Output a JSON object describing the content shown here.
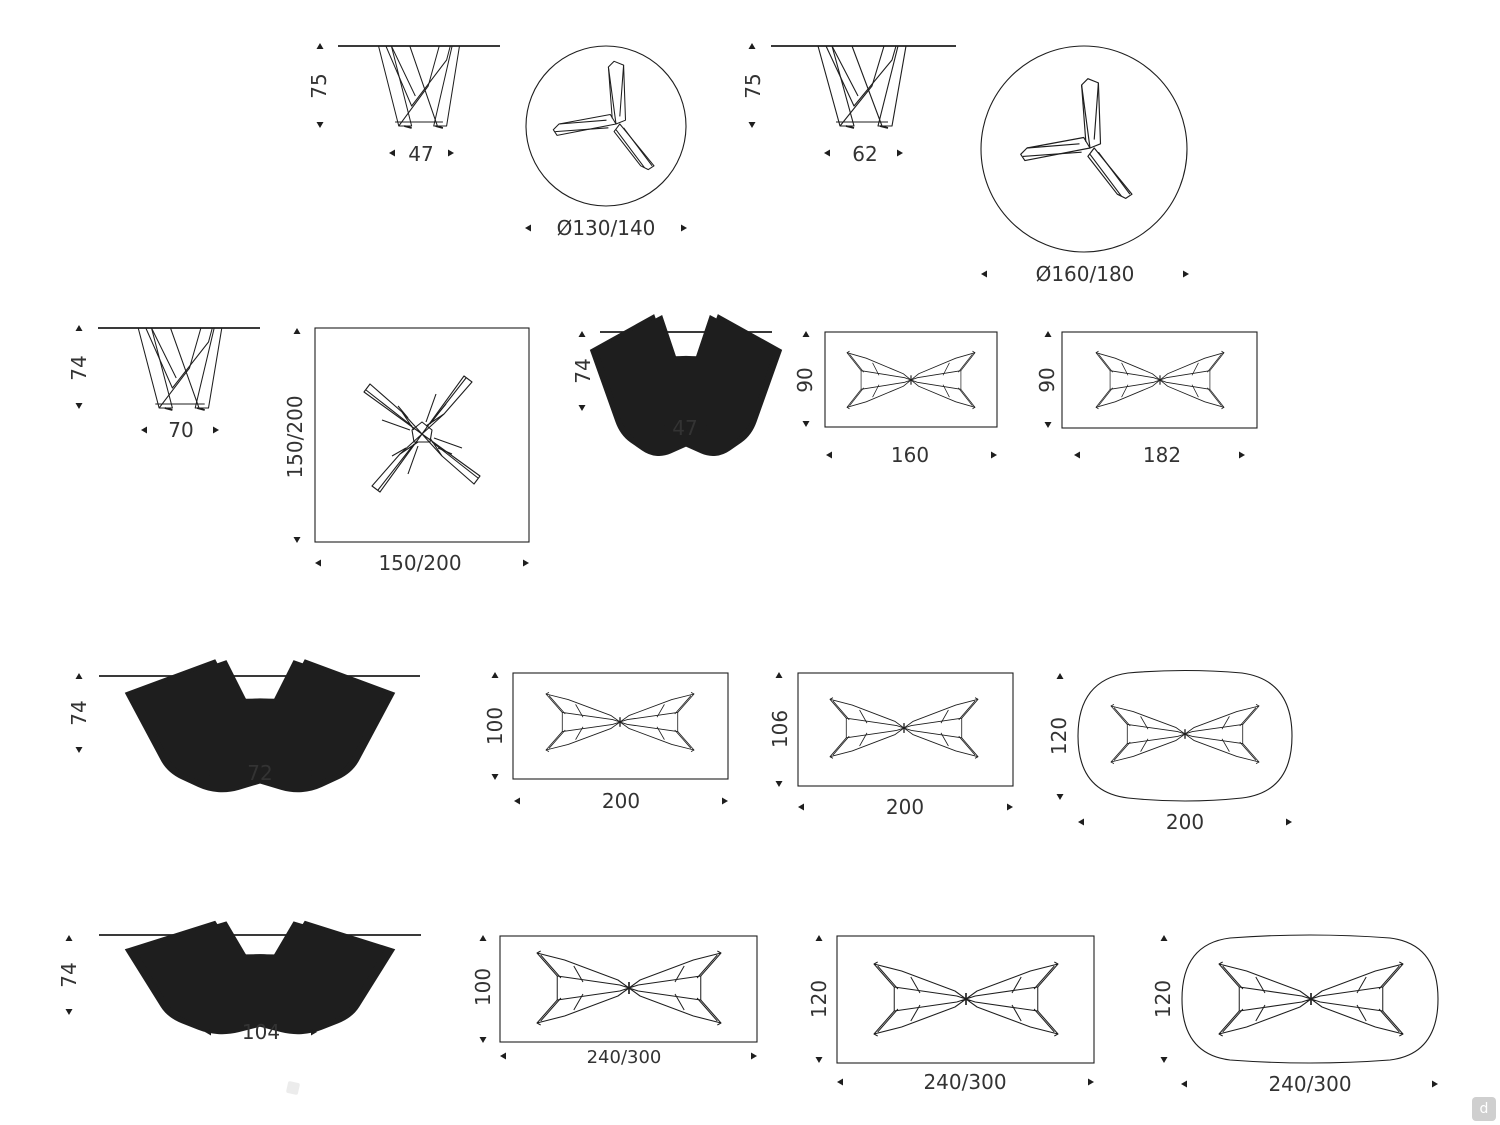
{
  "drawings": [
    {
      "id": "round-130-side",
      "kind": "side",
      "legs": "tripod",
      "height_label": "75",
      "width_label": "47"
    },
    {
      "id": "round-130-top",
      "kind": "round-top",
      "diameter_label": "Ø130/140"
    },
    {
      "id": "round-160-side",
      "kind": "side",
      "legs": "tripod",
      "height_label": "75",
      "width_label": "62"
    },
    {
      "id": "round-160-top",
      "kind": "round-top",
      "diameter_label": "Ø160/180"
    },
    {
      "id": "square-side",
      "kind": "side",
      "legs": "cross",
      "height_label": "74",
      "width_label": "70"
    },
    {
      "id": "square-top",
      "kind": "square-top",
      "width_label": "150/200",
      "depth_label": "150/200"
    },
    {
      "id": "rect-90-side",
      "kind": "side",
      "legs": "v",
      "height_label": "74",
      "width_label": "47"
    },
    {
      "id": "rect-160-top",
      "kind": "rect-top",
      "width_label": "160",
      "depth_label": "90"
    },
    {
      "id": "rect-182-top",
      "kind": "rect-top",
      "width_label": "182",
      "depth_label": "90"
    },
    {
      "id": "row3-side",
      "kind": "side",
      "legs": "v",
      "height_label": "74",
      "width_label": "72"
    },
    {
      "id": "rect-200x100-top",
      "kind": "rect-top",
      "width_label": "200",
      "depth_label": "100"
    },
    {
      "id": "rect-200x106-top",
      "kind": "rect-top",
      "width_label": "200",
      "depth_label": "106"
    },
    {
      "id": "oval-200x120-top",
      "kind": "oval-top",
      "width_label": "200",
      "depth_label": "120"
    },
    {
      "id": "row4-side",
      "kind": "side",
      "legs": "v",
      "height_label": "74",
      "width_label": "104"
    },
    {
      "id": "rect-240x100-top",
      "kind": "rect-top",
      "width_label": "240/300",
      "depth_label": "100"
    },
    {
      "id": "rect-240x120-top",
      "kind": "rect-top",
      "width_label": "240/300",
      "depth_label": "120"
    },
    {
      "id": "oval-240x120-top",
      "kind": "oval-top",
      "width_label": "240/300",
      "depth_label": "120"
    }
  ],
  "corner_badge": {
    "text": "d",
    "icon": "site-logo-icon"
  },
  "colors": {
    "line": "#1e1e1e",
    "text": "#333333",
    "background": "#ffffff"
  }
}
